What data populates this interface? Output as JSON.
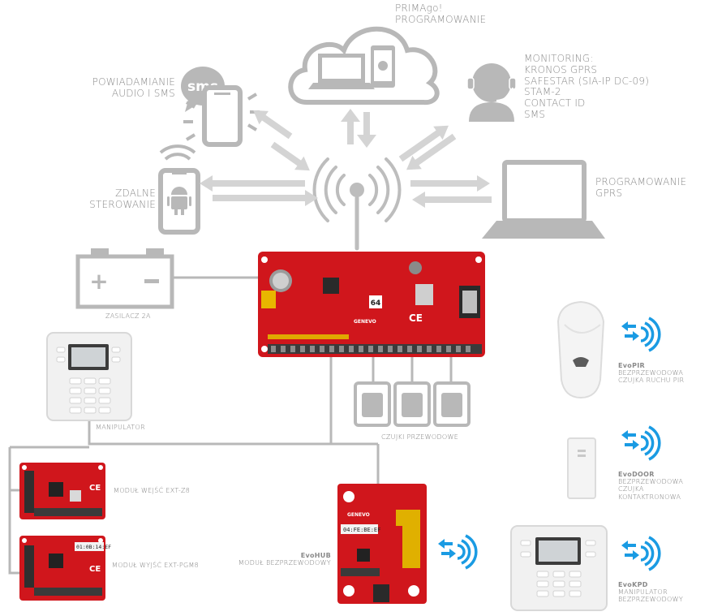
{
  "cloud": {
    "lines": [
      "PRIMAgo!",
      "PROGRAMOWANIE"
    ]
  },
  "notify": {
    "lines": [
      "POWIADAMIANIE",
      "AUDIO I SMS"
    ],
    "sms_text": "sms"
  },
  "monitoring": {
    "lines": [
      "MONITORING:",
      "KRONOS GPRS",
      "SAFESTAR (SIA-IP DC-09)",
      "STAM-2",
      "CONTACT ID",
      "SMS"
    ]
  },
  "remote": {
    "lines": [
      "ZDALNE",
      "STEROWANIE"
    ]
  },
  "gprs_prog": {
    "lines": [
      "PROGRAMOWANIE",
      "GPRS"
    ]
  },
  "battery": {
    "label": "ZASILACZ 2A",
    "plus": "+",
    "minus": "−"
  },
  "keypad_wired": {
    "label": "MANIPULATOR"
  },
  "sensors_wired": {
    "label": "CZUJKI PRZEWODOWE"
  },
  "module_z8": {
    "label": "MODUŁ WEJŚĆ EXT-Z8"
  },
  "module_pgm8": {
    "label": "MODUŁ WYJŚĆ EXT-PGM8",
    "code": "01:0B:14:EF"
  },
  "evohub": {
    "lines": [
      "EvoHUB",
      "MODUŁ BEZPRZEWODOWY"
    ],
    "code": "04:FE:BE:EF",
    "brand": "GENEVO"
  },
  "evopir": {
    "lines": [
      "EvoPIR",
      "BEZPRZEWODOWA",
      "CZUJKA RUCHU PIR"
    ]
  },
  "evodoor": {
    "lines": [
      "EvoDOOR",
      "BEZPRZEWODOWA",
      "CZUJKA",
      "KONTAKTRONOWA"
    ]
  },
  "evokpd": {
    "lines": [
      "EvoKPD",
      "MANIPULATOR",
      "BEZPRZEWODOWY"
    ]
  },
  "board": {
    "brand": "GENEVO",
    "badge": "64",
    "ce": "CE"
  },
  "colors": {
    "gray": "#c4c4c4",
    "dark_gray": "#8e8e8e",
    "red": "#d0161c",
    "blue": "#1a9be3",
    "arrow": "#d4d4d4"
  }
}
